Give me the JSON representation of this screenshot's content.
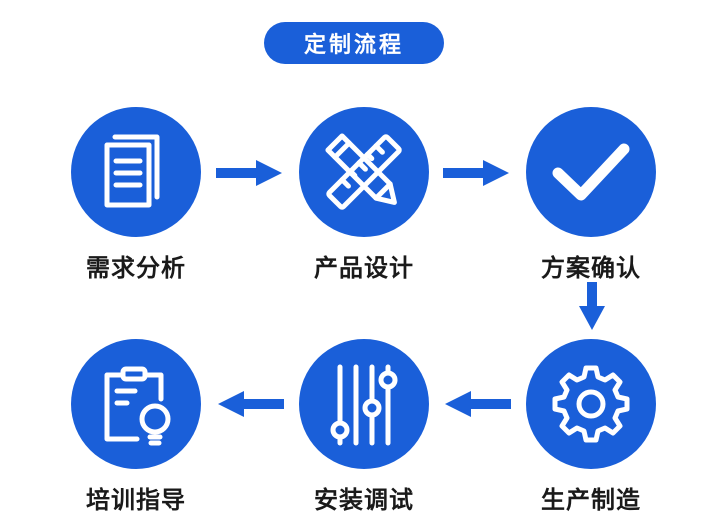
{
  "title": "定制流程",
  "colors": {
    "primary": "#1a5fd9",
    "text": "#1a1a1a",
    "background": "#ffffff"
  },
  "steps": [
    {
      "label": "需求分析",
      "icon": "document-icon"
    },
    {
      "label": "产品设计",
      "icon": "pencil-ruler-icon"
    },
    {
      "label": "方案确认",
      "icon": "checkmark-icon"
    },
    {
      "label": "生产制造",
      "icon": "gear-icon"
    },
    {
      "label": "安装调试",
      "icon": "sliders-icon"
    },
    {
      "label": "培训指导",
      "icon": "clipboard-lightbulb-icon"
    }
  ]
}
